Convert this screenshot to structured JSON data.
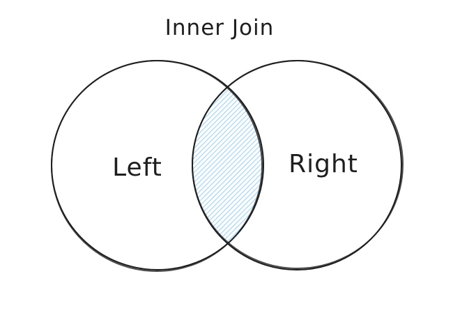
{
  "title": "Inner Join",
  "sets": {
    "left": {
      "label": "Left"
    },
    "right": {
      "label": "Right"
    }
  },
  "colors": {
    "stroke": "#1e1e1e",
    "intersection_hatch": "#a5d8ff",
    "background": "#ffffff"
  },
  "highlight": "intersection",
  "fill_style": "hatched"
}
